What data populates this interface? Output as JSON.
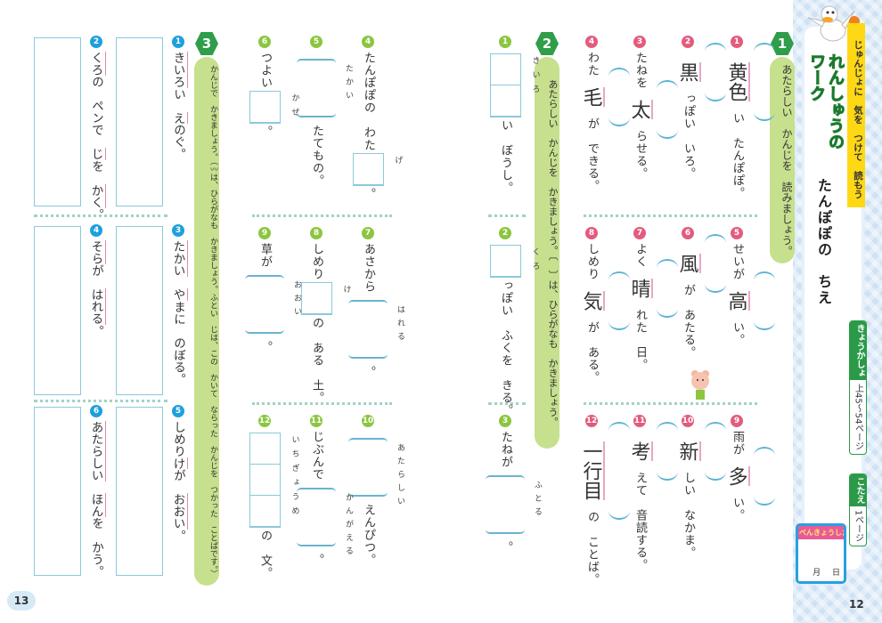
{
  "sidebar": {
    "hint": "じゅんじょに　気を　つけて　読もう",
    "logo_line1": "れんしゅうの",
    "logo_line2": "ワーク",
    "chapter_title": "たんぽぽの　ちえ",
    "textbook_label": "きょうかしょ",
    "textbook_pages": "上45～54ページ",
    "answer_label": "こたえ",
    "answer_page": "1ページ",
    "study_date_label": "べんきょうした日",
    "study_date_fields": "月 日"
  },
  "pages": {
    "right": "12",
    "left": "13"
  },
  "s1": {
    "badge": "1",
    "instruction": "あたらしい　かんじを　読みましょう。",
    "items": [
      {
        "num": "1",
        "parts": [
          {
            "k": "黄色"
          },
          {
            "t": "い　たんぽぽ。"
          }
        ]
      },
      {
        "num": "2",
        "parts": [
          {
            "k": "黒"
          },
          {
            "t": "っぽい　いろ。"
          }
        ]
      },
      {
        "num": "3",
        "parts": [
          {
            "t": "たねを"
          },
          {
            "k": "太"
          },
          {
            "t": "らせる。"
          }
        ]
      },
      {
        "num": "4",
        "parts": [
          {
            "t": "わた"
          },
          {
            "k": "毛"
          },
          {
            "t": "が　できる。"
          }
        ]
      },
      {
        "num": "5",
        "parts": [
          {
            "t": "せいが"
          },
          {
            "k": "高"
          },
          {
            "t": "い。"
          }
        ]
      },
      {
        "num": "6",
        "parts": [
          {
            "k": "風"
          },
          {
            "t": "が　あたる。"
          }
        ]
      },
      {
        "num": "7",
        "parts": [
          {
            "t": "よく"
          },
          {
            "k": "晴"
          },
          {
            "t": "れた　日。"
          }
        ]
      },
      {
        "num": "8",
        "parts": [
          {
            "t": "しめり"
          },
          {
            "k": "気"
          },
          {
            "t": "が　ある。"
          }
        ]
      },
      {
        "num": "9",
        "parts": [
          {
            "t": "雨が"
          },
          {
            "k": "多"
          },
          {
            "t": "い。"
          }
        ]
      },
      {
        "num": "10",
        "parts": [
          {
            "k": "新"
          },
          {
            "t": "しい　なかま。"
          }
        ]
      },
      {
        "num": "11",
        "parts": [
          {
            "k": "考"
          },
          {
            "t": "えて　音読する。"
          }
        ]
      },
      {
        "num": "12",
        "parts": [
          {
            "k": "一行目"
          },
          {
            "t": "の　ことば。"
          }
        ]
      }
    ]
  },
  "s2": {
    "badge": "2",
    "instruction": "あたらしい　かんじを　かきましょう。〔　〕は、ひらがなも　かきましょう。",
    "items": [
      {
        "num": "1",
        "parts": [
          {
            "box": 2,
            "r": "きいろ"
          },
          {
            "t": "い　ぼうし。"
          }
        ]
      },
      {
        "num": "2",
        "parts": [
          {
            "box": 1,
            "r": "くろ"
          },
          {
            "t": "っぽい　ふくを　きる。"
          }
        ]
      },
      {
        "num": "3",
        "parts": [
          {
            "t": "たねが"
          },
          {
            "br": "ふとる"
          },
          {
            "t": "。"
          }
        ]
      },
      {
        "num": "4",
        "parts": [
          {
            "t": "たんぽぽの　わた"
          },
          {
            "box": 1,
            "r": "げ"
          },
          {
            "t": "。"
          }
        ]
      },
      {
        "num": "5",
        "parts": [
          {
            "br": "たかい"
          },
          {
            "t": "たてもの。"
          }
        ]
      },
      {
        "num": "6",
        "parts": [
          {
            "t": "つよい"
          },
          {
            "box": 1,
            "r": "かぜ"
          },
          {
            "t": "。"
          }
        ]
      },
      {
        "num": "7",
        "parts": [
          {
            "t": "あさから"
          },
          {
            "br": "はれる"
          },
          {
            "t": "。"
          }
        ]
      },
      {
        "num": "8",
        "parts": [
          {
            "t": "しめり"
          },
          {
            "box": 1,
            "r": "け"
          },
          {
            "t": "の　ある　土。"
          }
        ]
      },
      {
        "num": "9",
        "parts": [
          {
            "t": "草が"
          },
          {
            "br": "おおい"
          },
          {
            "t": "。"
          }
        ]
      },
      {
        "num": "10",
        "parts": [
          {
            "br": "あたらしい"
          },
          {
            "t": "えんぴつ。"
          }
        ]
      },
      {
        "num": "11",
        "parts": [
          {
            "t": "じぶんで"
          },
          {
            "br": "かんがえる"
          },
          {
            "t": "。"
          }
        ]
      },
      {
        "num": "12",
        "parts": [
          {
            "box": 3,
            "r": "いちぎょうめ"
          },
          {
            "t": "の　文。"
          }
        ]
      }
    ]
  },
  "s3": {
    "badge": "3",
    "instruction": "かんじで　かきましょう。（〰は、ひらがなも　かきましょう。ふとい　じは、この　かいて　ならった　かんじを　つかった　ことばです。）",
    "items": [
      {
        "num": "1",
        "parts": [
          {
            "m": "きいろ"
          },
          {
            "t": "い　"
          },
          {
            "m": "え"
          },
          {
            "t": "のぐ。"
          }
        ]
      },
      {
        "num": "2",
        "parts": [
          {
            "m": "くろ"
          },
          {
            "t": "の　ペンで　"
          },
          {
            "m": "じ"
          },
          {
            "t": "を　"
          },
          {
            "m": "かく"
          },
          {
            "t": "。"
          }
        ]
      },
      {
        "num": "3",
        "parts": [
          {
            "m": "たかい"
          },
          {
            "t": "　"
          },
          {
            "m": "や"
          },
          {
            "t": "まに　のぼる。"
          }
        ]
      },
      {
        "num": "4",
        "parts": [
          {
            "m": "そら"
          },
          {
            "t": "が　"
          },
          {
            "m": "はれる"
          },
          {
            "t": "。"
          }
        ]
      },
      {
        "num": "5",
        "parts": [
          {
            "t": "しめり"
          },
          {
            "m": "け"
          },
          {
            "t": "が　"
          },
          {
            "m": "おおい"
          },
          {
            "t": "。"
          }
        ]
      },
      {
        "num": "6",
        "parts": [
          {
            "m": "あたらしい"
          },
          {
            "t": "　"
          },
          {
            "m": "ほん"
          },
          {
            "t": "を　かう。"
          }
        ]
      }
    ]
  },
  "colors": {
    "green": "#2f9d49",
    "pill": "#c7e08e",
    "s1_num": "#e25c7c",
    "s2_num": "#8cc63f",
    "s3_num": "#1ea0dc",
    "sidebar_bg": "#cfe2f5"
  }
}
